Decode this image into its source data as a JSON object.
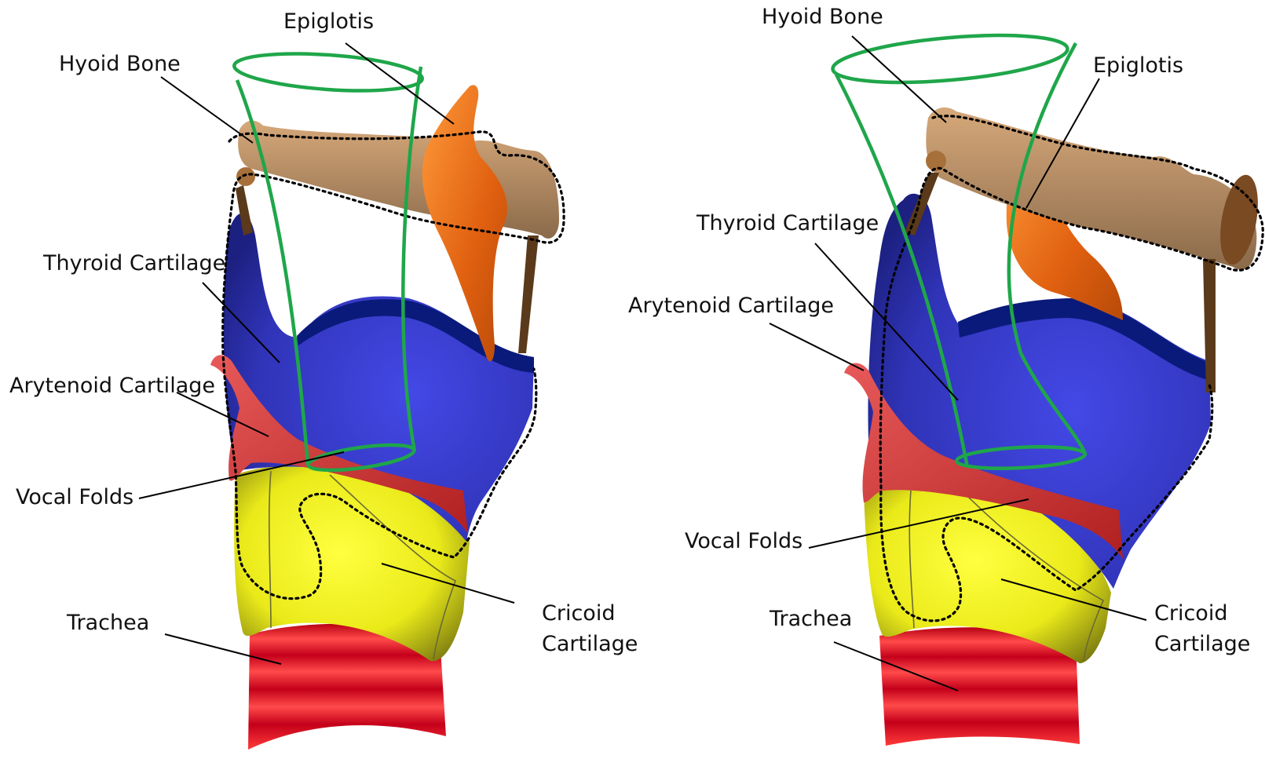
{
  "views": [
    {
      "id": "left",
      "labels": {
        "hyoid_bone": "Hyoid Bone",
        "epiglotis": "Epiglotis",
        "thyroid_cartilage": "Thyroid Cartilage",
        "arytenoid_cartilage": "Arytenoid Cartilage",
        "vocal_folds": "Vocal Folds",
        "trachea": "Trachea",
        "cricoid_line1": "Cricoid",
        "cricoid_line2": "Cartilage"
      }
    },
    {
      "id": "right",
      "labels": {
        "hyoid_bone": "Hyoid Bone",
        "epiglotis": "Epiglotis",
        "thyroid_cartilage": "Thyroid Cartilage",
        "arytenoid_cartilage": "Arytenoid Cartilage",
        "vocal_folds": "Vocal Folds",
        "trachea": "Trachea",
        "cricoid_line1": "Cricoid",
        "cricoid_line2": "Cartilage"
      }
    }
  ],
  "colors": {
    "thyroid": "#3a3fd0",
    "thyroid_rim": "#0a1a7a",
    "cricoid": "#f2f21a",
    "trachea": "#e8222a",
    "epiglottis": "#f07a1a",
    "hyoid": "#c9a27a",
    "arytenoid": "#d94545",
    "tube": "#1fa64a"
  }
}
